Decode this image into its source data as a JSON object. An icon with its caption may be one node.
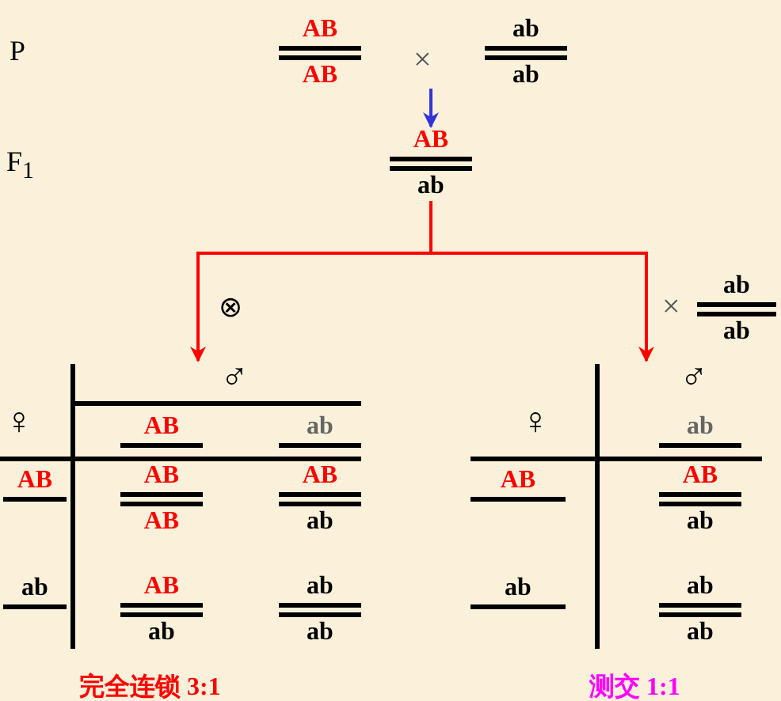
{
  "diagram": {
    "nodes": [
      {
        "text": [
          "AB",
          "AB"
        ]
      },
      {
        "text": [
          "ab",
          "ab"
        ]
      },
      {
        "text": [
          "AB",
          "ab"
        ]
      },
      {
        "text": [],
        "shape": "grid"
      },
      {
        "text": [
          "AB"
        ],
        "in": 3
      },
      {
        "text": [
          "ab"
        ],
        "in": 3
      },
      {
        "text": [
          "AB"
        ],
        "in": 3
      },
      {
        "text": [
          "AB",
          "AB"
        ],
        "in": 3
      },
      {
        "text": [
          "AB",
          "ab"
        ],
        "in": 3
      },
      {
        "text": [
          "ab"
        ],
        "in": 3
      },
      {
        "text": [
          "AB",
          "ab"
        ],
        "in": 3
      },
      {
        "text": [
          "ab",
          "ab"
        ],
        "in": 3
      },
      {
        "text": [
          "ab",
          "ab"
        ]
      },
      {
        "text": [],
        "shape": "grid"
      },
      {
        "text": [
          "ab"
        ],
        "in": 13
      },
      {
        "text": [
          "AB"
        ],
        "in": 13
      },
      {
        "text": [
          "AB",
          "ab"
        ],
        "in": 13
      },
      {
        "text": [
          "ab"
        ],
        "in": 13
      },
      {
        "text": [
          "ab",
          "ab"
        ],
        "in": 13
      }
    ],
    "edges": [
      {
        "from": null,
        "to": 2,
        "arrow": "to",
        "color": "#3333dd"
      },
      {
        "from": 2,
        "to": 3,
        "arrow": "to"
      },
      {
        "from": 2,
        "to": 13,
        "arrow": "to"
      }
    ],
    "labels": [
      "P",
      "×",
      "F$_{1}$",
      "⊗",
      "×",
      "♂",
      "♀",
      "♂",
      "♀",
      "完全连锁 3:1",
      "测交 1:1"
    ]
  }
}
